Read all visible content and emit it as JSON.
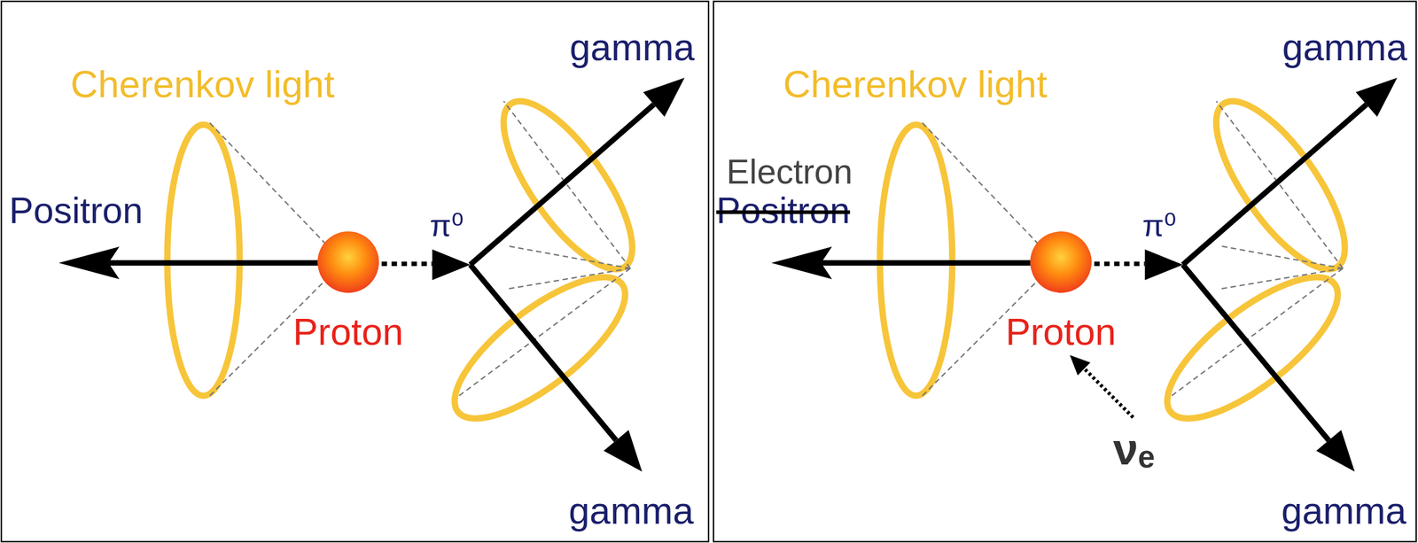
{
  "diagram": {
    "nodes": [
      {
        "text": [
          "Proton"
        ]
      },
      {
        "text": [
          "Proton"
        ]
      }
    ],
    "labels": [
      "Cherenkov light",
      "gamma",
      "Positron",
      "π⁰",
      "gamma",
      "Cherenkov light",
      "gamma",
      "Electron",
      "Positron",
      "π⁰",
      "gamma",
      "νₑ"
    ]
  }
}
